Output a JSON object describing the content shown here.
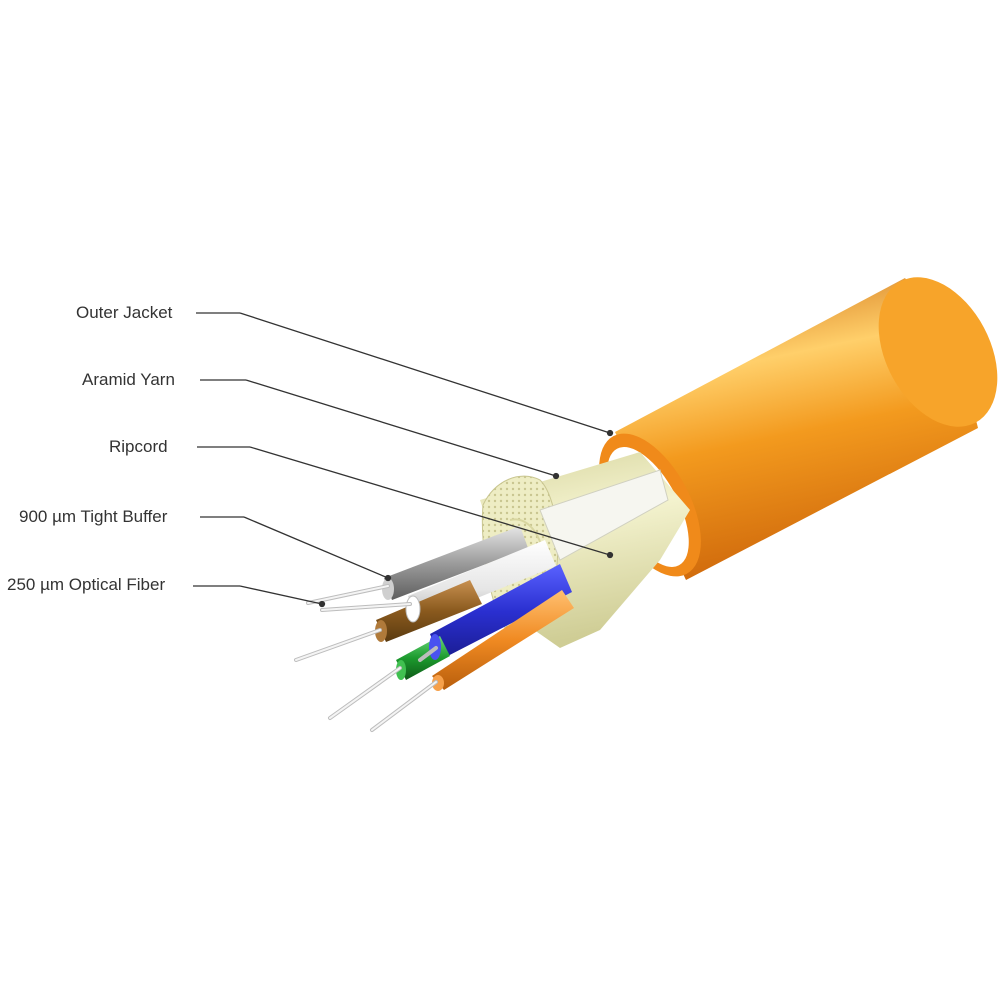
{
  "callouts": {
    "outer_jacket": "Outer Jacket",
    "aramid_yarn": "Aramid Yarn",
    "ripcord": "Ripcord",
    "tight_buffer": "900 µm Tight Buffer",
    "optical_fiber": "250 µm Optical Fiber"
  },
  "colors": {
    "jacket": "#f39a1e",
    "jacket_dark": "#d86e08",
    "jacket_light": "#ffc65a",
    "aramid": "#e9e8b8",
    "buffer_gray": "#9c9c9c",
    "buffer_white": "#eeeeee",
    "buffer_brown": "#8a5a1e",
    "buffer_blue": "#2a2fd0",
    "buffer_orange": "#f08a22",
    "buffer_green": "#1c9a2e",
    "fiber": "#e8e8e8",
    "leader_line": "#333333"
  }
}
